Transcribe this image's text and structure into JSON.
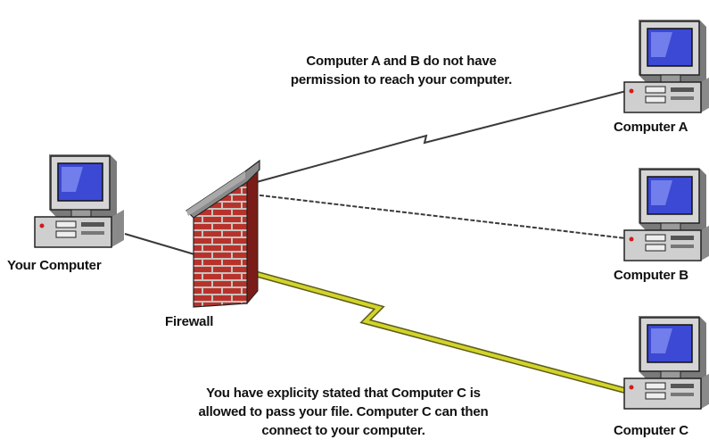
{
  "labels": {
    "your_computer": "Your Computer",
    "firewall": "Firewall",
    "computer_a": "Computer A",
    "computer_b": "Computer B",
    "computer_c": "Computer C"
  },
  "notes": {
    "top": [
      "Computer A and B do not have",
      "permission to reach your computer."
    ],
    "bottom": [
      "You have explicity stated that Computer C is",
      "allowed to pass your file.  Computer C can then",
      "connect to your computer."
    ]
  },
  "colors": {
    "brick": "#b8322c",
    "mortar": "#c9c2bc",
    "wall_top": "#8a8a8a",
    "computer_body": "#c8c8c8",
    "screen": "#3b49d4",
    "allowed_link": "#c4c622",
    "link": "#3a3a3a"
  },
  "icons": [
    "computer-icon",
    "firewall-icon"
  ]
}
